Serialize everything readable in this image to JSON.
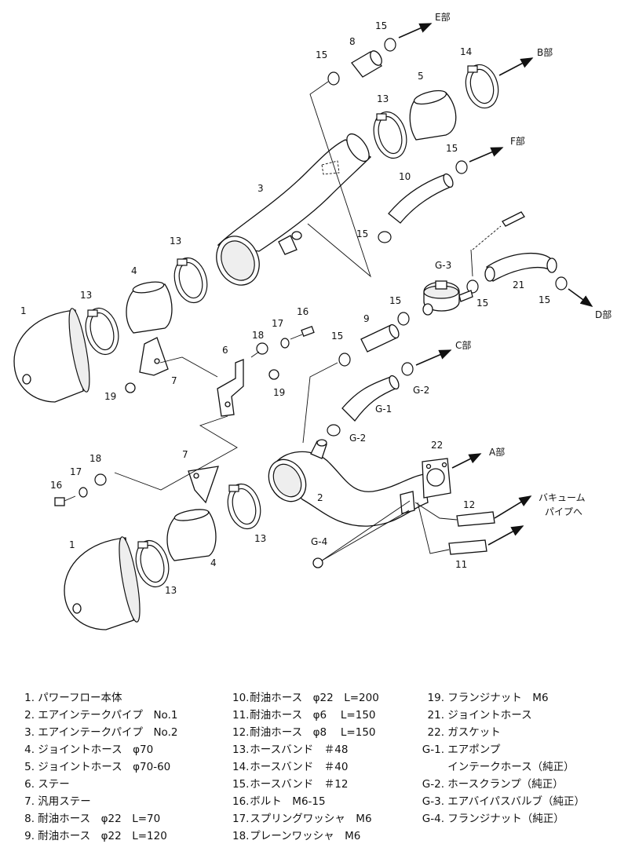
{
  "callouts": {
    "c1a": "1",
    "c1b": "1",
    "c2": "2",
    "c3": "3",
    "c4a": "4",
    "c4b": "4",
    "c5": "5",
    "c6": "6",
    "c7a": "7",
    "c7b": "7",
    "c8": "8",
    "c9": "9",
    "c10": "10",
    "c11": "11",
    "c12": "12",
    "c13a": "13",
    "c13b": "13",
    "c13c": "13",
    "c13d": "13",
    "c13e": "13",
    "c14": "14",
    "c15a": "15",
    "c15b": "15",
    "c15c": "15",
    "c15d": "15",
    "c15e": "15",
    "c15f": "15",
    "c15g": "15",
    "c15h": "15",
    "c16a": "16",
    "c16b": "16",
    "c17a": "17",
    "c17b": "17",
    "c18a": "18",
    "c18b": "18",
    "c19a": "19",
    "c19b": "19",
    "c21": "21",
    "c22": "22",
    "cg1": "G-1",
    "cg2a": "G-2",
    "cg2b": "G-2",
    "cg3": "G-3",
    "cg4": "G-4"
  },
  "destinations": {
    "a": "A部",
    "b": "B部",
    "c": "C部",
    "d": "D部",
    "e": "E部",
    "f": "F部",
    "vac1": "バキューム",
    "vac2": "パイプへ"
  },
  "legend": {
    "col1": [
      {
        "num": "1.",
        "text": "パワーフロー本体"
      },
      {
        "num": "2.",
        "text": "エアインテークパイプ　No.1"
      },
      {
        "num": "3.",
        "text": "エアインテークパイプ　No.2"
      },
      {
        "num": "4.",
        "text": "ジョイントホース　φ70"
      },
      {
        "num": "5.",
        "text": "ジョイントホース　φ70-60"
      },
      {
        "num": "6.",
        "text": "ステー"
      },
      {
        "num": "7.",
        "text": "汎用ステー"
      },
      {
        "num": "8.",
        "text": "耐油ホース　φ22　L=70"
      },
      {
        "num": "9.",
        "text": "耐油ホース　φ22　L=120"
      }
    ],
    "col2": [
      {
        "num": "10.",
        "text": "耐油ホース　φ22　L=200"
      },
      {
        "num": "11.",
        "text": "耐油ホース　φ6　 L=150"
      },
      {
        "num": "12.",
        "text": "耐油ホース　φ8　 L=150"
      },
      {
        "num": "13.",
        "text": "ホースバンド　＃48"
      },
      {
        "num": "14.",
        "text": "ホースバンド　＃40"
      },
      {
        "num": "15.",
        "text": "ホースバンド　＃12"
      },
      {
        "num": "16.",
        "text": "ボルト　M6-15"
      },
      {
        "num": "17.",
        "text": "スプリングワッシャ　M6"
      },
      {
        "num": "18.",
        "text": "プレーンワッシャ　M6"
      }
    ],
    "col3": [
      {
        "num": "19.",
        "text": "フランジナット　M6"
      },
      {
        "num": "21.",
        "text": "ジョイントホース"
      },
      {
        "num": "22.",
        "text": "ガスケット"
      },
      {
        "num": "G-1.",
        "text": "エアポンプ"
      },
      {
        "num": "",
        "text": "インテークホース（純正）"
      },
      {
        "num": "G-2.",
        "text": "ホースクランプ（純正）"
      },
      {
        "num": "G-3.",
        "text": "エアバイパスバルブ（純正）"
      },
      {
        "num": "G-4.",
        "text": "フランジナット（純正）"
      }
    ]
  }
}
